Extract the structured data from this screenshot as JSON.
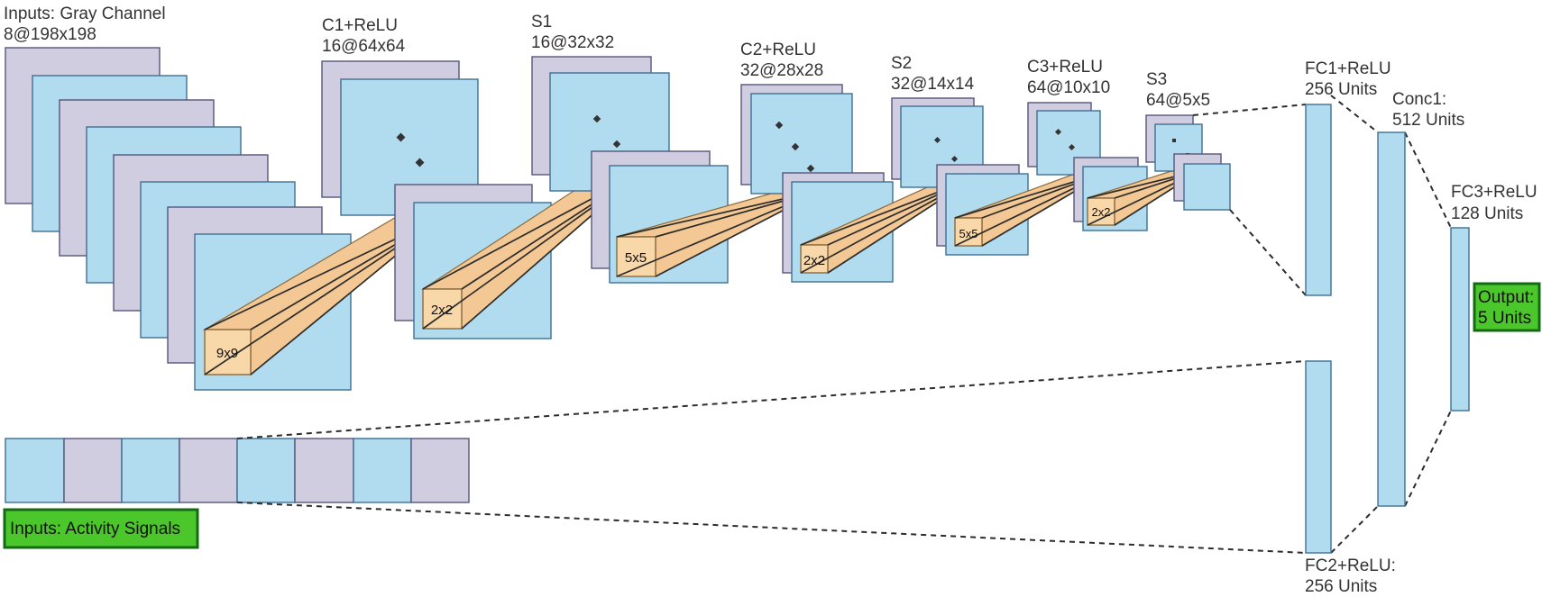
{
  "layers": {
    "input": {
      "name": "Inputs: Gray Channel",
      "shape": "8@198x198"
    },
    "c1": {
      "name": "C1+ReLU",
      "shape": "16@64x64"
    },
    "s1": {
      "name": "S1",
      "shape": "16@32x32"
    },
    "c2": {
      "name": "C2+ReLU",
      "shape": "32@28x28"
    },
    "s2": {
      "name": "S2",
      "shape": "32@14x14"
    },
    "c3": {
      "name": "C3+ReLU",
      "shape": "64@10x10"
    },
    "s3": {
      "name": "S3",
      "shape": "64@5x5"
    },
    "fc1": {
      "name": "FC1+ReLU",
      "units": "256 Units"
    },
    "conc1": {
      "name": "Conc1:",
      "units": "512 Units"
    },
    "fc3": {
      "name": "FC3+ReLU",
      "units": "128 Units"
    },
    "fc2": {
      "name": "FC2+ReLU:",
      "units": "256 Units"
    }
  },
  "kernels": {
    "k1": "9x9",
    "k2": "2x2",
    "k3": "5x5",
    "k4": "2x2",
    "k5": "5x5",
    "k6": "2x2"
  },
  "output": {
    "line1": "Output:",
    "line2": "5 Units"
  },
  "activity_input": {
    "label": "Inputs: Activity Signals"
  },
  "colors": {
    "feature_map_blue": "#b1dcef",
    "feature_map_purple": "#d0cde1",
    "kernel": "#f8d7a9",
    "label_box_green": "#4cc72b"
  }
}
